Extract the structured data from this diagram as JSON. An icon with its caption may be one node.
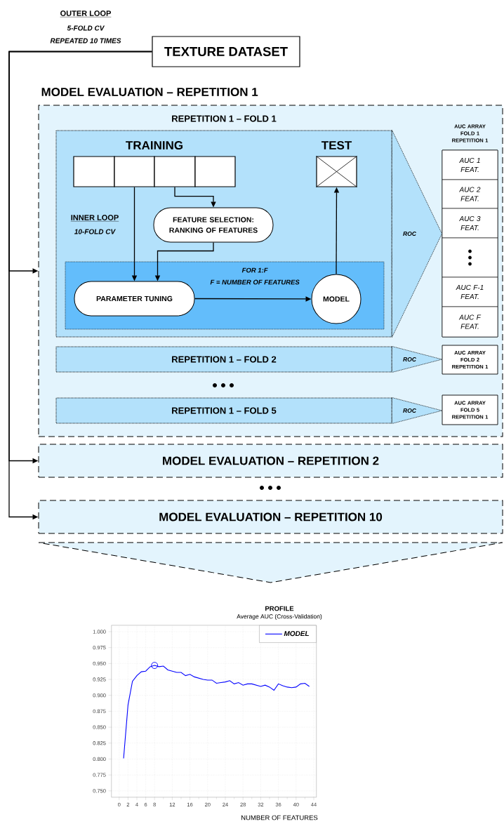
{
  "diagram": {
    "nodes": [
      {
        "text": [
          "TEXTURE DATASET"
        ]
      },
      {
        "text": [
          "MODEL EVALUATION – REPETITION 1"
        ]
      },
      {
        "text": [
          "REPETITION 1 – FOLD 1"
        ],
        "in": 1
      },
      {
        "text": [],
        "shape": "box",
        "in": 2
      },
      {
        "text": [],
        "shape": "box",
        "in": 2
      },
      {
        "text": [],
        "shape": "box",
        "in": 2
      },
      {
        "text": [],
        "shape": "box",
        "in": 2
      },
      {
        "text": [
          "TEST"
        ],
        "in": 2
      },
      {
        "text": [
          "FEATURE SELECTION: RANKING OF FEATURES"
        ],
        "in": 2
      },
      {
        "text": [
          "FOR  1:F",
          "F = NUMBER OF FEATURES"
        ],
        "in": 2
      },
      {
        "text": [
          "PARAMETER TUNING"
        ],
        "in": 9
      },
      {
        "text": [
          "MODEL"
        ],
        "in": 9
      },
      {
        "text": [
          "AUC ARRAY FOLD 1 REPETITION 1"
        ],
        "in": 1
      },
      {
        "text": [
          "AUC 1 FEAT."
        ],
        "in": 12
      },
      {
        "text": [
          "AUC 2 FEAT."
        ],
        "in": 12
      },
      {
        "text": [
          "AUC 3 FEAT."
        ],
        "in": 12
      },
      {
        "text": [],
        "shape": "box",
        "in": 12
      },
      {
        "text": [
          "AUC F-1 FEAT."
        ],
        "in": 12
      },
      {
        "text": [
          "AUC F FEAT."
        ],
        "in": 12
      },
      {
        "text": [
          "REPETITION 1 – FOLD 2"
        ],
        "in": 1
      },
      {
        "text": [
          "AUC ARRAY FOLD 2 REPETITION 1"
        ],
        "in": 1
      },
      {
        "text": [
          "REPETITION 1 – FOLD 5"
        ],
        "in": 1
      },
      {
        "text": [
          "AUC ARRAY FOLD 5 REPETITION 1"
        ],
        "in": 1
      },
      {
        "text": [
          "MODEL EVALUATION – REPETITION 2"
        ]
      },
      {
        "text": [
          "MODEL EVALUATION – REPETITION 10"
        ]
      },
      {
        "text": [],
        "shape": "triangle"
      }
    ],
    "edges": [
      {
        "from": 0,
        "to": 1,
        "arrow": "to"
      },
      {
        "from": 0,
        "to": 23,
        "arrow": "to"
      },
      {
        "from": 0,
        "to": 24,
        "arrow": "to"
      },
      {
        "from": 4,
        "to": 10,
        "arrow": "to"
      },
      {
        "from": 5,
        "to": 8,
        "arrow": "to"
      },
      {
        "from": 8,
        "to": 10,
        "arrow": "to"
      },
      {
        "from": 10,
        "to": 11,
        "arrow": "to"
      },
      {
        "from": 11,
        "to": 7,
        "arrow": "to"
      },
      {
        "from": 2,
        "to": 12,
        "arrow": "to",
        "label": "ROC",
        "style": "dashed"
      },
      {
        "from": 19,
        "to": 20,
        "arrow": "to",
        "label": "ROC",
        "style": "dashed"
      },
      {
        "from": 21,
        "to": 22,
        "arrow": "to",
        "label": "ROC",
        "style": "dashed"
      }
    ],
    "labels": [
      "OUTER LOOP",
      "5-FOLD CV",
      "REPEATED 10 TIMES",
      "TRAINING",
      "INNER LOOP",
      "10-FOLD CV",
      "Average AUC (Cross-Validation)"
    ],
    "chart_data": {
      "type": "line",
      "title": "PROFILE",
      "xlabel": "NUMBER OF FEATURES",
      "grid": true,
      "x": [
        1,
        2,
        3,
        4,
        5,
        6,
        7,
        8,
        9,
        10,
        11,
        12,
        13,
        14,
        15,
        16,
        17,
        18,
        19,
        20,
        21,
        22,
        23,
        24,
        25,
        26,
        27,
        28,
        29,
        30,
        31,
        32,
        33,
        34,
        35,
        36,
        37,
        38,
        39,
        40,
        41,
        42,
        43
      ],
      "series": [
        {
          "name": "MODEL",
          "color": "#0000ff",
          "values": [
            0.801,
            0.885,
            0.922,
            0.931,
            0.937,
            0.938,
            0.945,
            0.947,
            0.945,
            0.946,
            0.94,
            0.938,
            0.936,
            0.936,
            0.931,
            0.933,
            0.929,
            0.927,
            0.925,
            0.924,
            0.924,
            0.919,
            0.92,
            0.921,
            0.923,
            0.918,
            0.92,
            0.916,
            0.918,
            0.918,
            0.916,
            0.914,
            0.916,
            0.913,
            0.908,
            0.918,
            0.915,
            0.913,
            0.912,
            0.913,
            0.918,
            0.919,
            0.914
          ]
        }
      ],
      "xlim": [
        -1.75,
        44.6
      ],
      "ylim": [
        0.74,
        1.01
      ],
      "xticks": [
        {
          "value": 0,
          "label": "0"
        },
        {
          "value": 2,
          "label": "2"
        },
        {
          "value": 4,
          "label": "4"
        },
        {
          "value": 6,
          "label": "6"
        },
        {
          "value": 8,
          "label": "8"
        },
        {
          "value": 12,
          "label": "12"
        },
        {
          "value": 16,
          "label": "16"
        },
        {
          "value": 20,
          "label": "20"
        },
        {
          "value": 24,
          "label": "24"
        },
        {
          "value": 28,
          "label": "28"
        },
        {
          "value": 32,
          "label": "32"
        },
        {
          "value": 36,
          "label": "36"
        },
        {
          "value": 40,
          "label": "40"
        },
        {
          "value": 44,
          "label": "44"
        }
      ],
      "yticks": [
        {
          "value": 0.75,
          "label": "0.750"
        },
        {
          "value": 0.775,
          "label": "0.775"
        },
        {
          "value": 0.8,
          "label": "0.800"
        },
        {
          "value": 0.825,
          "label": "0.825"
        },
        {
          "value": 0.85,
          "label": "0.850"
        },
        {
          "value": 0.875,
          "label": "0.875"
        },
        {
          "value": 0.9,
          "label": "0.900"
        },
        {
          "value": 0.925,
          "label": "0.925"
        },
        {
          "value": 0.95,
          "label": "0.950"
        },
        {
          "value": 0.975,
          "label": "0.975"
        },
        {
          "value": 1.0,
          "label": "1.000"
        }
      ]
    }
  }
}
